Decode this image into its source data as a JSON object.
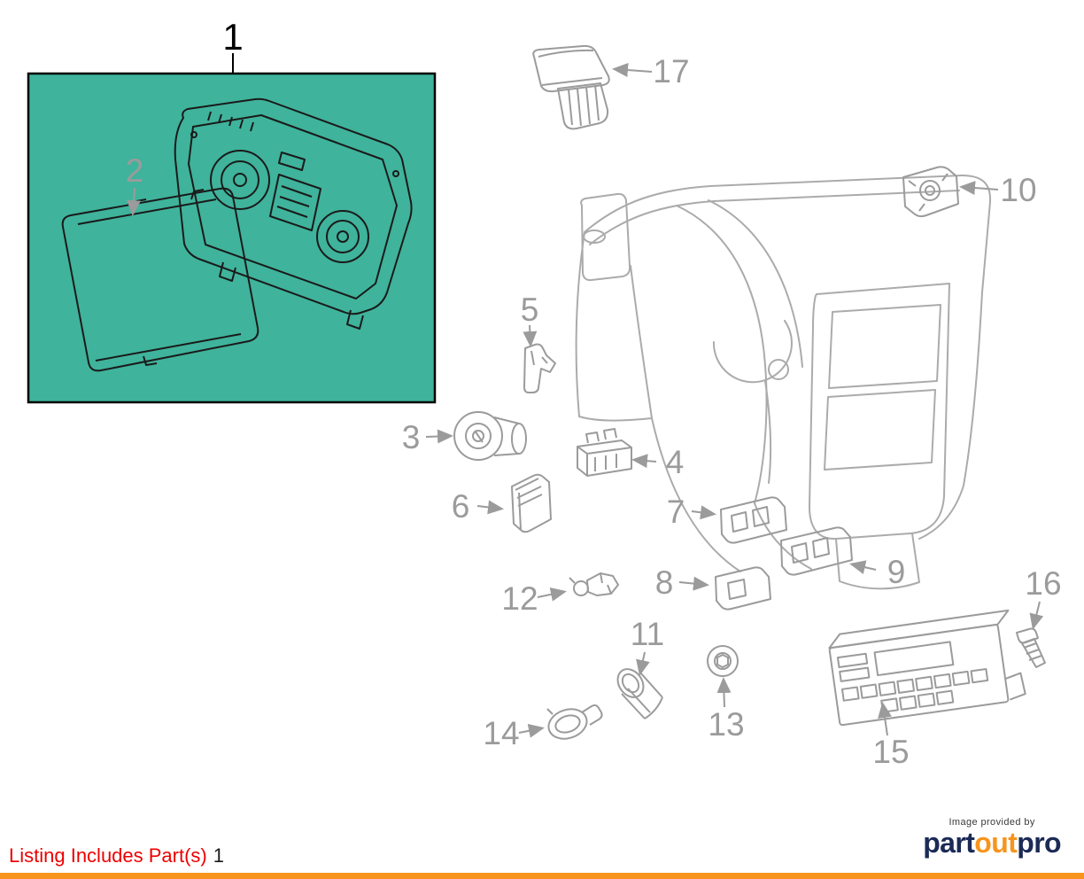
{
  "diagram": {
    "highlight_fill": "#3fb39c",
    "highlight_stroke": "#000000",
    "outline_gray": "#9b9b9b",
    "dash_gray": "#ababab",
    "part_black": "#1a1a1a",
    "callouts": [
      {
        "num": "1"
      },
      {
        "num": "2"
      },
      {
        "num": "3"
      },
      {
        "num": "4"
      },
      {
        "num": "5"
      },
      {
        "num": "6"
      },
      {
        "num": "7"
      },
      {
        "num": "8"
      },
      {
        "num": "9"
      },
      {
        "num": "10"
      },
      {
        "num": "11"
      },
      {
        "num": "12"
      },
      {
        "num": "13"
      },
      {
        "num": "14"
      },
      {
        "num": "15"
      },
      {
        "num": "16"
      },
      {
        "num": "17"
      }
    ]
  },
  "footer": {
    "listing_label": "Listing Includes Part(s)",
    "listing_parts": "1",
    "listing_color": "#ee0000",
    "provider_caption": "Image provided by",
    "logo_part": "part",
    "logo_out": "out",
    "logo_pro": "pro",
    "logo_navy": "#1b2a56",
    "logo_orange": "#f7941d",
    "bottom_bar_color": "#f7941d"
  }
}
